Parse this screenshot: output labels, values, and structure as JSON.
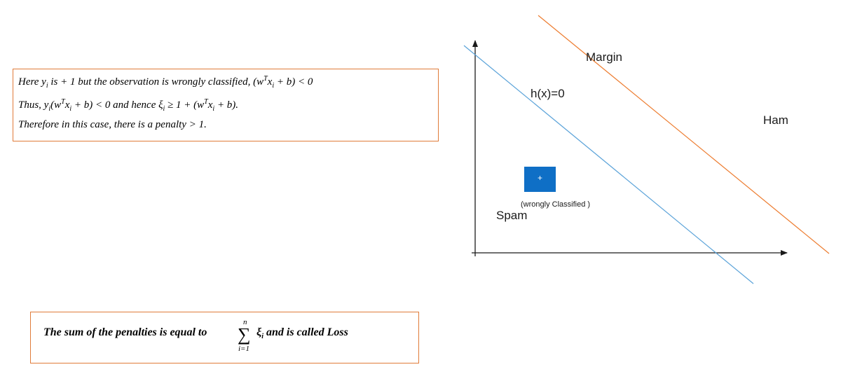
{
  "explanation": {
    "line1": {
      "a": "Here y",
      "a_sub": "i",
      "b": " is + 1 but the observation is wrongly classified,  (w",
      "b_sup": "T",
      "c": "x",
      "c_sub": "i",
      "d": " + b) < 0"
    },
    "line2": {
      "a": "Thus,  y",
      "a_sub": "i",
      "b": "(w",
      "b_sup": "T",
      "c": "x",
      "c_sub": "i",
      "d": " + b) < 0 and hence ξ",
      "d_sub": "i",
      "e": " ≥ 1 + (w",
      "e_sup": "T",
      "f": "x",
      "f_sub": "i",
      "g": " + b)."
    },
    "line3": "Therefore in this case,  there is a penalty  > 1."
  },
  "loss": {
    "prefix": "The sum of the penalties is equal to",
    "sum_upper": "n",
    "sum_symbol": "∑",
    "sum_lower": "i=1",
    "xi": "ξ",
    "xi_sub": "i",
    "suffix": " and is called Loss"
  },
  "diagram": {
    "margin_label": "Margin",
    "boundary_label": "h(x)=0",
    "ham_label": "Ham",
    "spam_label": "Spam",
    "point_sign": "+",
    "point_note": "(wrongly Classified )",
    "colors": {
      "boundary": "#5ba3d9",
      "margin": "#ed7d31",
      "point": "#0f6fc6",
      "box_border": "#e07b39",
      "axes": "#1a1a1a"
    }
  }
}
